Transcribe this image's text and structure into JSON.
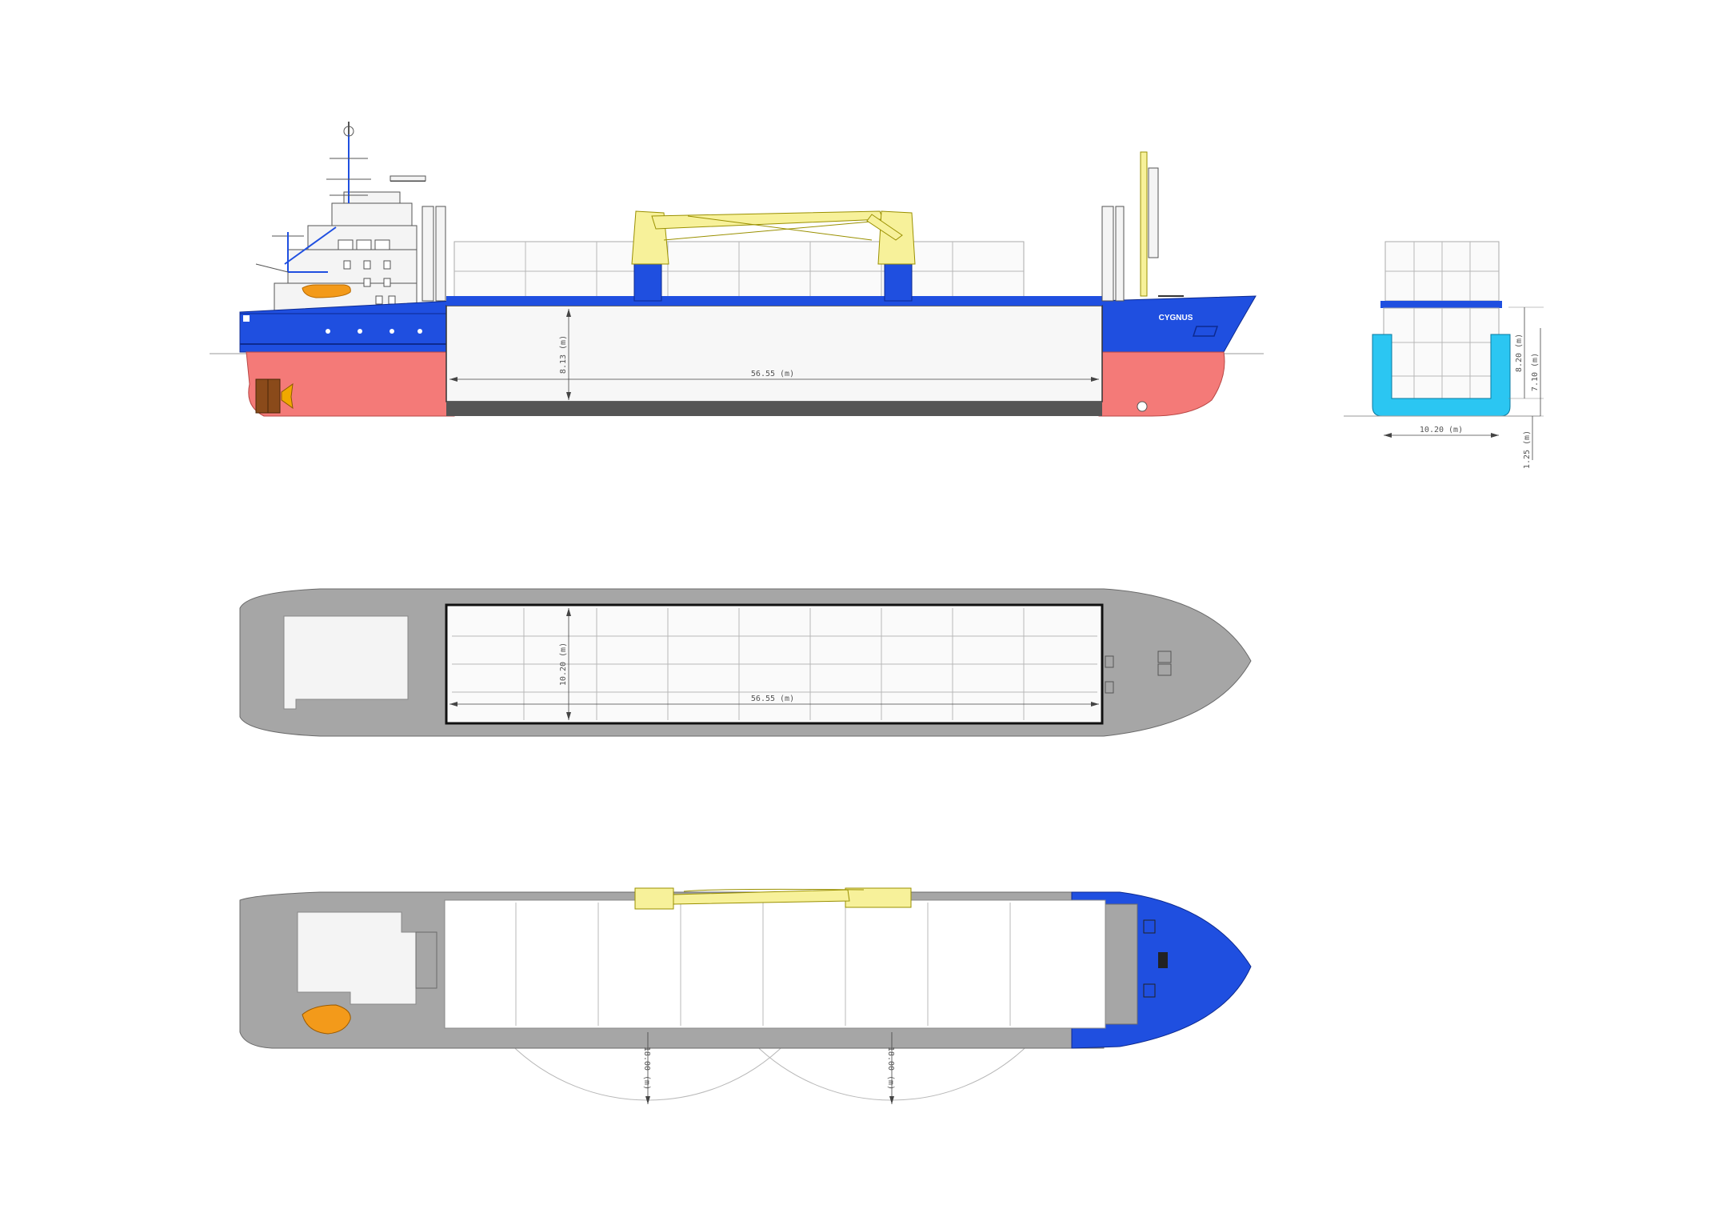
{
  "vessel": {
    "name": "CYGNUS"
  },
  "profile_view": {
    "hold_length": "56.55 (m)",
    "hold_height": "8.13 (m)"
  },
  "section_view": {
    "breadth": "10.20 (m)",
    "height_total": "8.20 (m)",
    "height_inner": "7.10 (m)",
    "double_bottom": "1.25 (m)"
  },
  "plan_view": {
    "hold_breadth": "10.20 (m)",
    "hold_length": "56.55 (m)"
  },
  "deck_view": {
    "crane_radius_aft": "18.00 (m)",
    "crane_radius_fwd": "18.00 (m)"
  },
  "colors": {
    "hull_blue": "#1f4fe0",
    "antifouling_red": "#f47a78",
    "crane_yellow": "#f7f19a",
    "deck_grey": "#a6a6a6",
    "section_cyan": "#2bc6f2",
    "lifeboat_orange": "#f39a1a"
  }
}
